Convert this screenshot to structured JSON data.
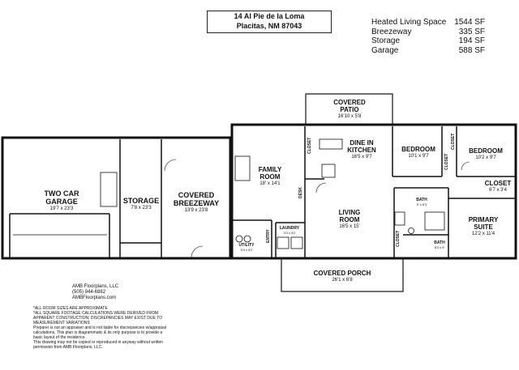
{
  "address": {
    "line1": "14 Al Pie de la Loma",
    "line2": "Placitas, NM 87043"
  },
  "sqft": [
    {
      "name": "Heated Living Space",
      "value": "1544 SF"
    },
    {
      "name": "Breezeway",
      "value": "335 SF"
    },
    {
      "name": "Storage",
      "value": "194 SF"
    },
    {
      "name": "Garage",
      "value": "588 SF"
    }
  ],
  "rooms": {
    "garage": {
      "name1": "TWO CAR",
      "name2": "GARAGE",
      "dims": "19'7 x 23'3"
    },
    "storage": {
      "name": "STORAGE",
      "dims": "7'8 x 23'3"
    },
    "breezeway": {
      "name1": "COVERED",
      "name2": "BREEZEWAY",
      "dims": "13'9 x 23'8"
    },
    "family": {
      "name1": "FAMILY",
      "name2": "ROOM",
      "dims": "18' x 14'1"
    },
    "patio": {
      "name1": "COVERED",
      "name2": "PATIO",
      "dims": "16'10 x 5'8"
    },
    "kitchen": {
      "name1": "DINE IN",
      "name2": "KITCHEN",
      "dims": "16'5 x 9'7"
    },
    "bed1": {
      "name": "BEDROOM",
      "dims": "10'1 x 9'7"
    },
    "bed2": {
      "name": "BEDROOM",
      "dims": "10'2 x 9'7"
    },
    "closet": {
      "name": "CLOSET",
      "dims": "6'7 x 3'4"
    },
    "living": {
      "name1": "LIVING",
      "name2": "ROOM",
      "dims": "16'5 x 15'"
    },
    "bath": {
      "name": "BATH",
      "dims": "9' x 6'3"
    },
    "primary": {
      "name1": "PRIMARY",
      "name2": "SUITE",
      "dims": "12'2 x 11'4"
    },
    "bath2": {
      "name": "BATH",
      "dims": "8'3 x 5'"
    },
    "utility": {
      "name": "UTILITY",
      "dims": "5'4 x 6'2"
    },
    "laundry": {
      "name": "LAUNDRY",
      "dims": "3'3 x 5'2"
    },
    "porch": {
      "name": "COVERED PORCH",
      "dims": "26'1 x 6'8"
    }
  },
  "labels": {
    "desk": "DESK",
    "entry": "ENTRY",
    "closet_v1": "CLOSET",
    "closet_v2": "CLOSET",
    "closet_v3": "CLOSET",
    "closet_v4": "CLOSET"
  },
  "credit": {
    "l1": "AMB Floorplans, LLC",
    "l2": "(505) 944-6882",
    "l3": "AMBFloorplans.com"
  },
  "notes": [
    "*ALL ROOM SIZES ARE APPROXIMATE",
    "*ALL SQUARE FOOTAGE CALCULATIONS WERE DERIVED FROM APPARENT CONSTRUCTION; DISCREPANCIES MAY EXIST DUE TO MEASUREMENT VARIATIONS",
    "Preparer is not an appraiser and is not liable for discrepancies w/appraisal calculations.  This plan is diagrammatic & its only purpose is to provide a basic layout of the residence.",
    "This drawing may not be copied or reproduced in anyway without written permission from AMB Floorplans, LLC."
  ]
}
